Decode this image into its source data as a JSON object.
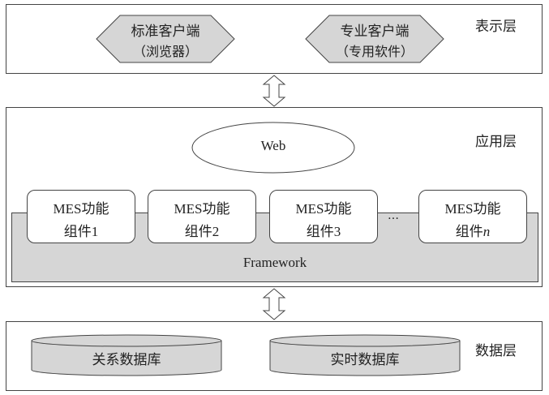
{
  "presentation": {
    "label": "表示层",
    "clients": [
      {
        "line1": "标准客户端",
        "line2": "（浏览器）"
      },
      {
        "line1": "专业客户端",
        "line2": "（专用软件）"
      }
    ]
  },
  "application": {
    "label": "应用层",
    "web": "Web",
    "framework": "Framework",
    "ellipsis": "…",
    "components": [
      {
        "line1": "MES功能",
        "line2": "组件1"
      },
      {
        "line1": "MES功能",
        "line2": "组件2"
      },
      {
        "line1": "MES功能",
        "line2": "组件3"
      },
      {
        "line1": "MES功能",
        "line2_prefix": "组件",
        "line2_suffix": "n"
      }
    ]
  },
  "data": {
    "label": "数据层",
    "databases": [
      "关系数据库",
      "实时数据库"
    ]
  }
}
